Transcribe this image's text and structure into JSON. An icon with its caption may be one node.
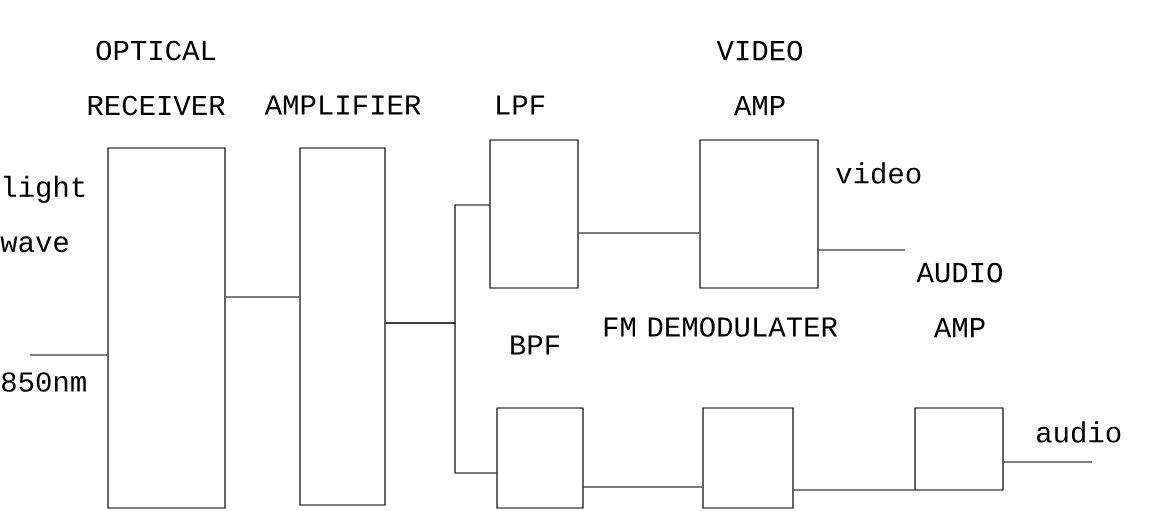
{
  "diagram": {
    "nodes": [
      {
        "text": [
          "OPTICAL RECEIVER"
        ]
      },
      {
        "text": [
          "AMPLIFIER"
        ]
      },
      {
        "text": [
          "LPF"
        ]
      },
      {
        "text": [
          "VIDEO AMP"
        ]
      },
      {
        "text": [
          "BPF"
        ]
      },
      {
        "text": [
          "FM DEMODULATER"
        ]
      },
      {
        "text": [
          "AUDIO AMP"
        ]
      }
    ],
    "edges": [
      {
        "from": null,
        "to": 0,
        "arrow": "none"
      },
      {
        "from": 0,
        "to": 1,
        "arrow": "none"
      },
      {
        "from": 1,
        "to": 2,
        "arrow": "none"
      },
      {
        "from": 1,
        "to": 4,
        "arrow": "none"
      },
      {
        "from": 2,
        "to": 3,
        "arrow": "none"
      },
      {
        "from": 3,
        "to": null,
        "arrow": "none"
      },
      {
        "from": 4,
        "to": 5,
        "arrow": "none"
      },
      {
        "from": 5,
        "to": 6,
        "arrow": "none"
      },
      {
        "from": 6,
        "to": null,
        "arrow": "none"
      }
    ],
    "labels": [
      "light wave",
      "850nm",
      "video",
      "audio"
    ]
  }
}
